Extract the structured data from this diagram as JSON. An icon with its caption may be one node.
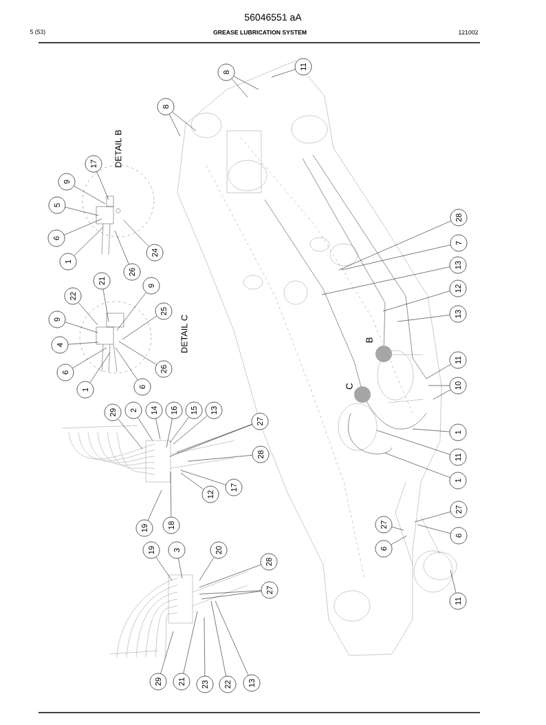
{
  "diagram": {
    "title": "GREASE LUBRICATION SYSTEM",
    "nodes": [
      {
        "text": [],
        "shape": "circle",
        "beside": [
          "B"
        ]
      },
      {
        "text": [],
        "shape": "circle",
        "beside": [
          "C"
        ]
      },
      {
        "text": [
          "8"
        ]
      },
      {
        "text": [
          "11"
        ]
      },
      {
        "text": [
          "8"
        ]
      },
      {
        "text": [
          "17"
        ]
      },
      {
        "text": [
          "9"
        ]
      },
      {
        "text": [
          "5"
        ]
      },
      {
        "text": [
          "6"
        ]
      },
      {
        "text": [
          "1"
        ]
      },
      {
        "text": [
          "24"
        ]
      },
      {
        "text": [
          "26"
        ]
      },
      {
        "text": [
          "21"
        ]
      },
      {
        "text": [
          "22"
        ]
      },
      {
        "text": [
          "9"
        ]
      },
      {
        "text": [
          "4"
        ]
      },
      {
        "text": [
          "6"
        ]
      },
      {
        "text": [
          "1"
        ]
      },
      {
        "text": [
          "9"
        ]
      },
      {
        "text": [
          "25"
        ]
      },
      {
        "text": [
          "26"
        ]
      },
      {
        "text": [
          "6"
        ]
      },
      {
        "text": [
          "29"
        ]
      },
      {
        "text": [
          "2"
        ]
      },
      {
        "text": [
          "14"
        ]
      },
      {
        "text": [
          "16"
        ]
      },
      {
        "text": [
          "15"
        ]
      },
      {
        "text": [
          "13"
        ]
      },
      {
        "text": [
          "27"
        ]
      },
      {
        "text": [
          "28"
        ]
      },
      {
        "text": [
          "17"
        ]
      },
      {
        "text": [
          "12"
        ]
      },
      {
        "text": [
          "18"
        ]
      },
      {
        "text": [
          "19"
        ]
      },
      {
        "text": [
          "19"
        ]
      },
      {
        "text": [
          "3"
        ]
      },
      {
        "text": [
          "20"
        ]
      },
      {
        "text": [
          "28"
        ]
      },
      {
        "text": [
          "27"
        ]
      },
      {
        "text": [
          "29"
        ]
      },
      {
        "text": [
          "21"
        ]
      },
      {
        "text": [
          "23"
        ]
      },
      {
        "text": [
          "22"
        ]
      },
      {
        "text": [
          "13"
        ]
      },
      {
        "text": [
          "28"
        ]
      },
      {
        "text": [
          "7"
        ]
      },
      {
        "text": [
          "13"
        ]
      },
      {
        "text": [
          "12"
        ]
      },
      {
        "text": [
          "13"
        ]
      },
      {
        "text": [
          "11"
        ]
      },
      {
        "text": [
          "10"
        ]
      },
      {
        "text": [
          "1"
        ]
      },
      {
        "text": [
          "11"
        ]
      },
      {
        "text": [
          "1"
        ]
      },
      {
        "text": [
          "27"
        ]
      },
      {
        "text": [
          "6"
        ]
      },
      {
        "text": [
          "27"
        ]
      },
      {
        "text": [
          "6"
        ]
      },
      {
        "text": [
          "11"
        ]
      }
    ],
    "edges": [
      {
        "from": 2,
        "to": null,
        "arrow": "none"
      },
      {
        "from": 2,
        "to": null,
        "arrow": "none"
      },
      {
        "from": 3,
        "to": null,
        "arrow": "none"
      },
      {
        "from": 4,
        "to": null,
        "arrow": "none"
      },
      {
        "from": 4,
        "to": null,
        "arrow": "none"
      },
      {
        "from": 5,
        "to": null,
        "arrow": "none"
      },
      {
        "from": 6,
        "to": null,
        "arrow": "none"
      },
      {
        "from": 7,
        "to": null,
        "arrow": "none"
      },
      {
        "from": 8,
        "to": null,
        "arrow": "none"
      },
      {
        "from": 9,
        "to": null,
        "arrow": "none"
      },
      {
        "from": 10,
        "to": null,
        "arrow": "none"
      },
      {
        "from": 11,
        "to": null,
        "arrow": "none"
      },
      {
        "from": 12,
        "to": null,
        "arrow": "none"
      },
      {
        "from": 13,
        "to": null,
        "arrow": "none"
      },
      {
        "from": 14,
        "to": null,
        "arrow": "none"
      },
      {
        "from": 15,
        "to": null,
        "arrow": "none"
      },
      {
        "from": 16,
        "to": null,
        "arrow": "none"
      },
      {
        "from": 17,
        "to": null,
        "arrow": "none"
      },
      {
        "from": 18,
        "to": null,
        "arrow": "none"
      },
      {
        "from": 19,
        "to": null,
        "arrow": "none"
      },
      {
        "from": 20,
        "to": null,
        "arrow": "none"
      },
      {
        "from": 21,
        "to": null,
        "arrow": "none"
      },
      {
        "from": 22,
        "to": null,
        "arrow": "none"
      },
      {
        "from": 23,
        "to": null,
        "arrow": "none"
      },
      {
        "from": 24,
        "to": null,
        "arrow": "none"
      },
      {
        "from": 25,
        "to": null,
        "arrow": "none"
      },
      {
        "from": 26,
        "to": null,
        "arrow": "none"
      },
      {
        "from": 27,
        "to": null,
        "arrow": "none"
      },
      {
        "from": 28,
        "to": null,
        "arrow": "none"
      },
      {
        "from": 28,
        "to": null,
        "arrow": "none"
      },
      {
        "from": 29,
        "to": null,
        "arrow": "none"
      },
      {
        "from": 30,
        "to": null,
        "arrow": "none"
      },
      {
        "from": 31,
        "to": null,
        "arrow": "none"
      },
      {
        "from": 32,
        "to": null,
        "arrow": "none"
      },
      {
        "from": 33,
        "to": null,
        "arrow": "none"
      },
      {
        "from": 34,
        "to": null,
        "arrow": "none"
      },
      {
        "from": 35,
        "to": null,
        "arrow": "none"
      },
      {
        "from": 36,
        "to": null,
        "arrow": "none"
      },
      {
        "from": 37,
        "to": null,
        "arrow": "none"
      },
      {
        "from": 38,
        "to": null,
        "arrow": "none"
      },
      {
        "from": 38,
        "to": null,
        "arrow": "none"
      },
      {
        "from": 39,
        "to": null,
        "arrow": "none"
      },
      {
        "from": 40,
        "to": null,
        "arrow": "none"
      },
      {
        "from": 41,
        "to": null,
        "arrow": "none"
      },
      {
        "from": 42,
        "to": null,
        "arrow": "none"
      },
      {
        "from": 43,
        "to": null,
        "arrow": "none"
      },
      {
        "from": 44,
        "to": null,
        "arrow": "none"
      },
      {
        "from": 45,
        "to": null,
        "arrow": "none"
      },
      {
        "from": 46,
        "to": null,
        "arrow": "none"
      },
      {
        "from": 47,
        "to": null,
        "arrow": "none"
      },
      {
        "from": 48,
        "to": null,
        "arrow": "none"
      },
      {
        "from": 49,
        "to": null,
        "arrow": "none"
      },
      {
        "from": 50,
        "to": null,
        "arrow": "none"
      },
      {
        "from": 50,
        "to": null,
        "arrow": "none"
      },
      {
        "from": 51,
        "to": null,
        "arrow": "none"
      },
      {
        "from": 52,
        "to": null,
        "arrow": "none"
      },
      {
        "from": 53,
        "to": null,
        "arrow": "none"
      },
      {
        "from": 54,
        "to": null,
        "arrow": "none"
      },
      {
        "from": 55,
        "to": null,
        "arrow": "none"
      },
      {
        "from": 56,
        "to": null,
        "arrow": "none"
      },
      {
        "from": 57,
        "to": null,
        "arrow": "none"
      },
      {
        "from": 58,
        "to": null,
        "arrow": "none"
      }
    ],
    "labels": [
      "56046551 aA",
      "5 (53)",
      "121002",
      "DETAIL B",
      "DETAIL C"
    ]
  }
}
